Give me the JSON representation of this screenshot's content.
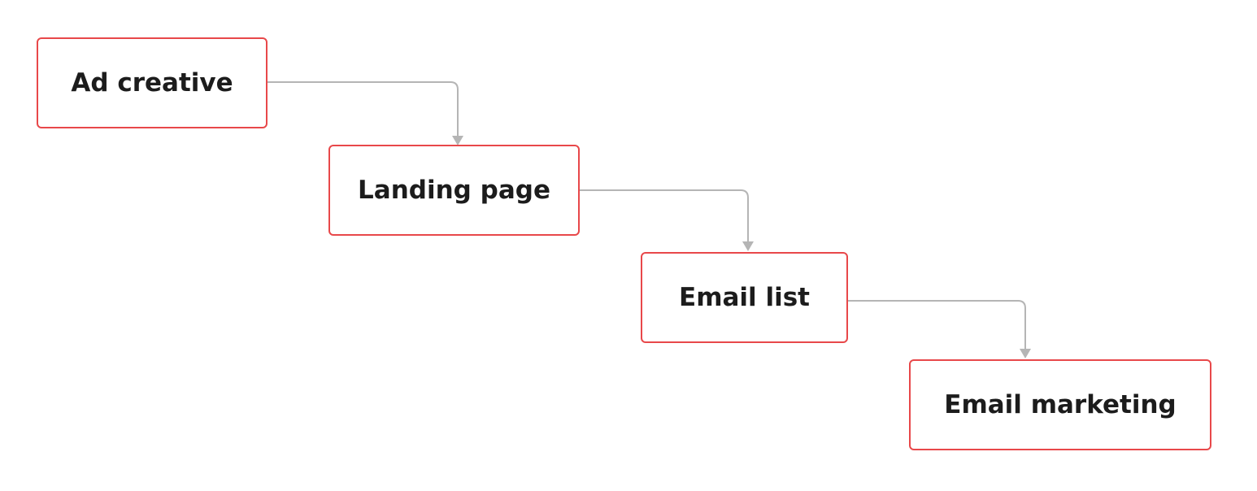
{
  "nodes": [
    {
      "label": "Ad creative"
    },
    {
      "label": "Landing page"
    },
    {
      "label": "Email list"
    },
    {
      "label": "Email marketing"
    }
  ],
  "edges": [
    {
      "from": "Ad creative",
      "to": "Landing page"
    },
    {
      "from": "Landing page",
      "to": "Email list"
    },
    {
      "from": "Email list",
      "to": "Email marketing"
    }
  ],
  "colors": {
    "node_border": "#e8484a",
    "connector": "#b5b5b5",
    "text": "#1c1c1c"
  }
}
